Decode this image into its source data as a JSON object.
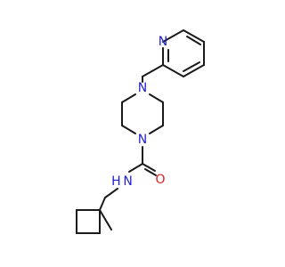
{
  "molecule": {
    "atoms": [
      {
        "id": "n_py",
        "element": "N",
        "label": "N",
        "color": "#1f1fd6"
      },
      {
        "id": "n_pip_top",
        "element": "N",
        "label": "N",
        "color": "#1f1fd6"
      },
      {
        "id": "n_pip_bot",
        "element": "N",
        "label": "N",
        "color": "#1f1fd6"
      },
      {
        "id": "o_carbonyl",
        "element": "O",
        "label": "O",
        "color": "#e01f1f"
      },
      {
        "id": "n_amide",
        "element": "N",
        "label": "H N",
        "color": "#1f1fd6",
        "hydrogen": "H"
      }
    ],
    "bond_color": "#1a1a1a"
  }
}
